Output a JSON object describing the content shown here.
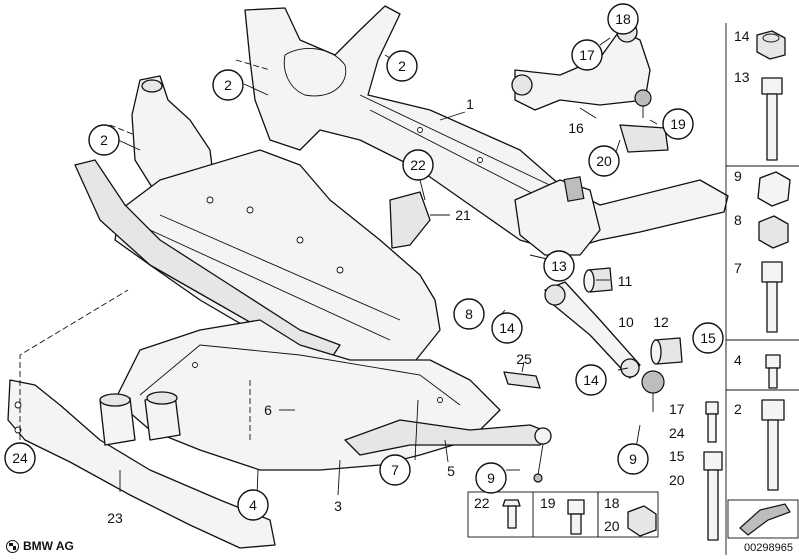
{
  "brand": "BMW AG",
  "diagram_id": "00298965",
  "callouts": {
    "c1": "1",
    "c2a": "2",
    "c2b": "2",
    "c2c": "2",
    "c3": "3",
    "c4": "4",
    "c5": "5",
    "c6": "6",
    "c7": "7",
    "c8": "8",
    "c9a": "9",
    "c9b": "9",
    "c10": "10",
    "c11": "11",
    "c12": "12",
    "c13": "13",
    "c14a": "14",
    "c14b": "14",
    "c15": "15",
    "c16": "16",
    "c17": "17",
    "c18": "18",
    "c19": "19",
    "c20": "20",
    "c21": "21",
    "c22": "22",
    "c23": "23",
    "c24": "24",
    "c25": "25"
  },
  "parts_column": [
    "14",
    "13",
    "9",
    "8",
    "7",
    "4",
    "17",
    "24",
    "2",
    "15",
    "20"
  ],
  "bottom_row": [
    "22",
    "19",
    "18",
    "20"
  ]
}
